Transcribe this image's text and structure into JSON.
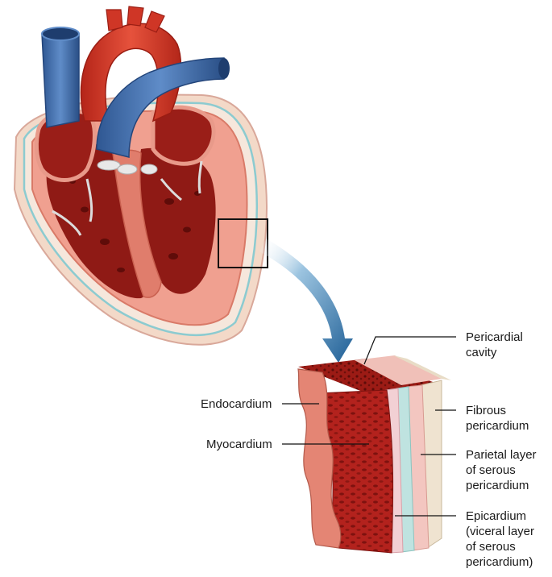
{
  "labels": {
    "pericardial_cavity": [
      "Pericardial",
      "cavity"
    ],
    "fibrous_pericardium": [
      "Fibrous",
      "pericardium"
    ],
    "parietal_layer": [
      "Parietal layer",
      "of serous",
      "pericardium"
    ],
    "epicardium": [
      "Epicardium",
      "(viceral layer",
      "of serous",
      "pericardium)"
    ],
    "endocardium": "Endocardium",
    "myocardium": "Myocardium"
  },
  "colors": {
    "myocardium": "#b3221d",
    "endocardium": "#e48574",
    "vein": "#3c6aa8",
    "aorta": "#d43a2a",
    "fibrous": "#efe3d0",
    "serous_pink": "#f3c6c0",
    "serous_cyan": "#bfe3e0",
    "arrow": "#2d73a8"
  }
}
